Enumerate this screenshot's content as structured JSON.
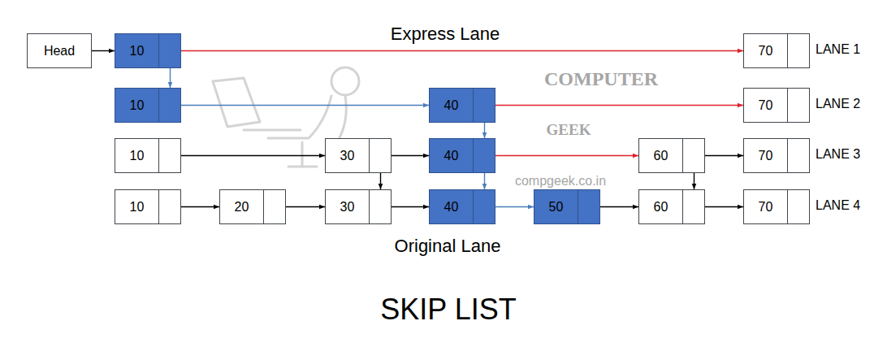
{
  "diagram": {
    "title": "SKIP LIST",
    "nodes": [
      {
        "text": [
          "Head"
        ]
      },
      {
        "text": [
          "10"
        ]
      },
      {
        "text": [
          "70"
        ]
      },
      {
        "text": [
          "10"
        ]
      },
      {
        "text": [
          "40"
        ]
      },
      {
        "text": [
          "70"
        ]
      },
      {
        "text": [
          "10"
        ]
      },
      {
        "text": [
          "30"
        ]
      },
      {
        "text": [
          "40"
        ]
      },
      {
        "text": [
          "60"
        ]
      },
      {
        "text": [
          "70"
        ]
      },
      {
        "text": [
          "10"
        ]
      },
      {
        "text": [
          "20"
        ]
      },
      {
        "text": [
          "30"
        ]
      },
      {
        "text": [
          "40"
        ]
      },
      {
        "text": [
          "50"
        ]
      },
      {
        "text": [
          "60"
        ]
      },
      {
        "text": [
          "70"
        ]
      }
    ],
    "edges": [
      {
        "from": 0,
        "to": 1,
        "arrow": "to"
      },
      {
        "from": 1,
        "to": 2,
        "arrow": "to"
      },
      {
        "from": 1,
        "to": 3,
        "arrow": "to"
      },
      {
        "from": 3,
        "to": 4,
        "arrow": "to"
      },
      {
        "from": 4,
        "to": 5,
        "arrow": "to"
      },
      {
        "from": 4,
        "to": 8,
        "arrow": "to"
      },
      {
        "from": 6,
        "to": 7,
        "arrow": "to"
      },
      {
        "from": 7,
        "to": 8,
        "arrow": "to"
      },
      {
        "from": 8,
        "to": 9,
        "arrow": "to"
      },
      {
        "from": 9,
        "to": 10,
        "arrow": "to"
      },
      {
        "from": 7,
        "to": 13,
        "arrow": "to"
      },
      {
        "from": 8,
        "to": 14,
        "arrow": "to"
      },
      {
        "from": 9,
        "to": 16,
        "arrow": "to"
      },
      {
        "from": 11,
        "to": 12,
        "arrow": "to"
      },
      {
        "from": 12,
        "to": 13,
        "arrow": "to"
      },
      {
        "from": 13,
        "to": 14,
        "arrow": "to"
      },
      {
        "from": 14,
        "to": 15,
        "arrow": "to"
      },
      {
        "from": 15,
        "to": 16,
        "arrow": "to"
      },
      {
        "from": 16,
        "to": 17,
        "arrow": "to"
      }
    ],
    "labels": [
      "Express Lane",
      "LANE 1",
      "LANE 2",
      "COMPUTER",
      "GEEK",
      "LANE 3",
      "compgeek.co.in",
      "LANE 4",
      "Original Lane"
    ]
  }
}
